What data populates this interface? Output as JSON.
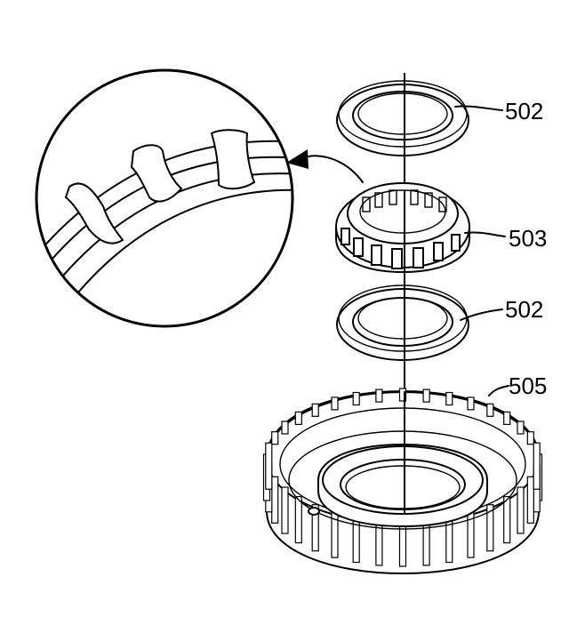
{
  "diagram": {
    "line_color": "#000000",
    "background": "#ffffff",
    "callouts": [
      {
        "id": "thrust-washer-upper",
        "label": "502"
      },
      {
        "id": "thrust-bearing",
        "label": "503"
      },
      {
        "id": "thrust-washer-lower",
        "label": "502"
      },
      {
        "id": "clutch-housing",
        "label": "505"
      }
    ],
    "detail_view": {
      "icon": "magnified-detail-circle",
      "arrow_icon": "curved-arrow-icon"
    }
  }
}
